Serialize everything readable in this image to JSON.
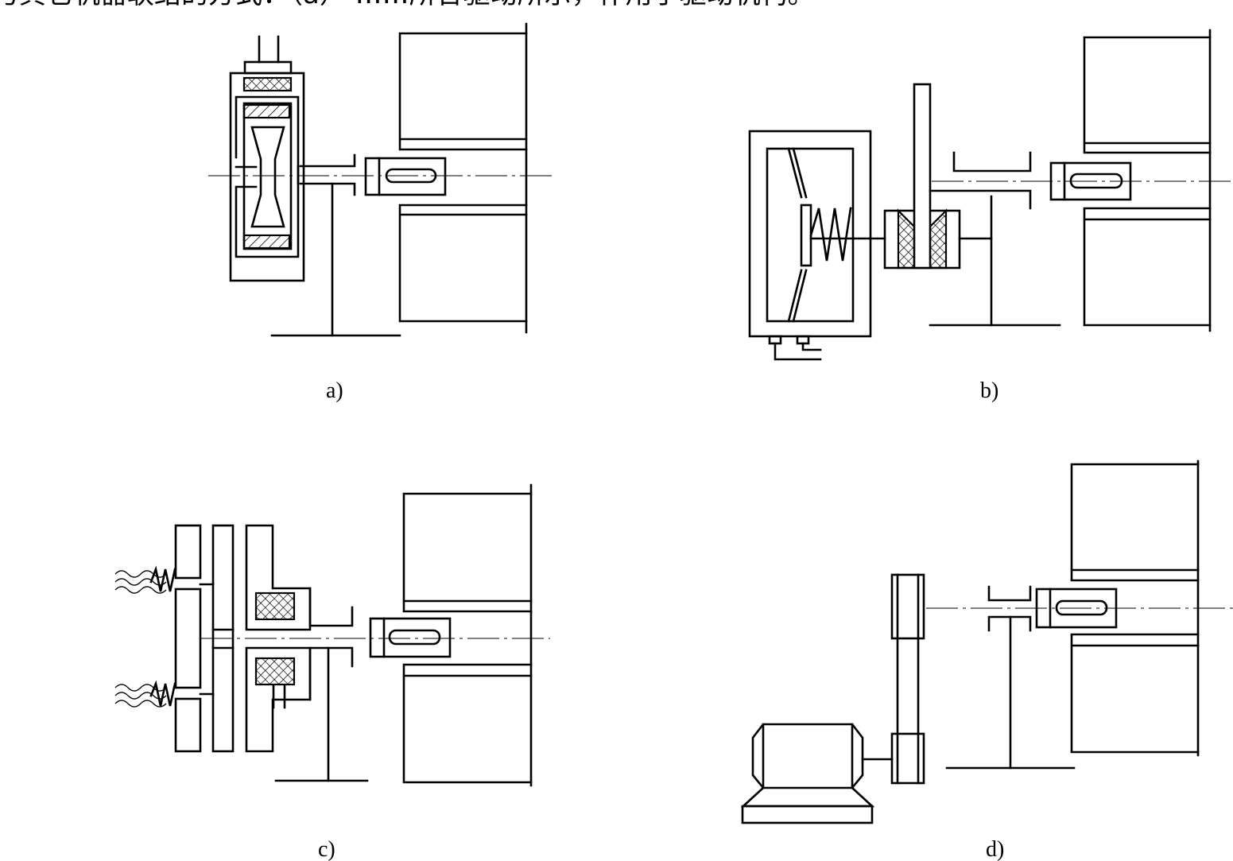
{
  "header_fragment": "与其它机器联结的方式：（a） ……所合驱动所示，作用于驱动机构。",
  "panels": {
    "a": {
      "label": "a)"
    },
    "b": {
      "label": "b)"
    },
    "c": {
      "label": "c)"
    },
    "d": {
      "label": "d)"
    }
  }
}
